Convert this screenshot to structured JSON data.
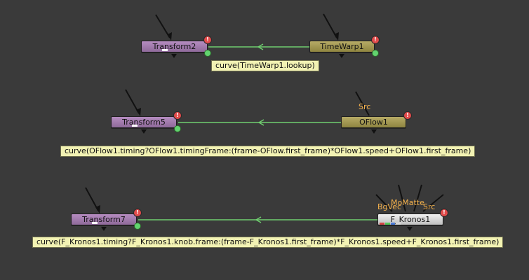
{
  "canvas": {
    "background": "#3a3a3a",
    "link_color": "#6fce6f",
    "pipe_color": "#111111",
    "label_color": "#f3b04b",
    "warning_color": "#e14b4b",
    "success_color": "#62d36f"
  },
  "nodes": {
    "transform2": {
      "label": "Transform2",
      "type": "Transform"
    },
    "timewarp1": {
      "label": "TimeWarp1",
      "type": "TimeWarp"
    },
    "transform5": {
      "label": "Transform5",
      "type": "Transform"
    },
    "oflow1": {
      "label": "OFlow1",
      "type": "OFlow",
      "input": "Src"
    },
    "transform7": {
      "label": "Transform7",
      "type": "Transform"
    },
    "kronos1": {
      "label": "F_Kronos1",
      "type": "Kronos",
      "inputs": [
        "BgVec",
        "MoMatte",
        "Src"
      ],
      "status_colors": [
        "#d44545",
        "#55c759",
        "#4b7bd9",
        "#d9d9d9"
      ]
    }
  },
  "expressions": {
    "transform2": "curve(TimeWarp1.lookup)",
    "transform5": "curve(OFlow1.timing?OFlow1.timingFrame:(frame-OFlow.first_frame)*OFlow1.speed+OFlow1.first_frame)",
    "transform7": "curve(F_Kronos1.timing?F_Kronos1.knob.frame:(frame-F_Kronos1.first_frame)*F_Kronos1.speed+F_Kronos1.first_frame)"
  },
  "icons": {
    "warning": "warning-icon",
    "viewer": "green-dot-icon",
    "output": "output-icon",
    "arrow": "arrow-icon"
  }
}
